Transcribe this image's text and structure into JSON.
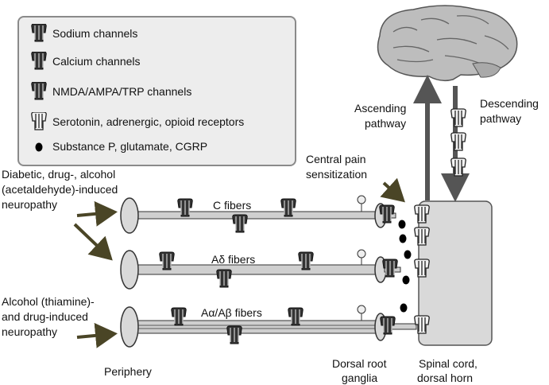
{
  "legend": {
    "items": [
      {
        "label": "Sodium channels",
        "icon": "sodium-channel-icon"
      },
      {
        "label": "Calcium channels",
        "icon": "calcium-channel-icon"
      },
      {
        "label": "NMDA/AMPA/TRP channels",
        "icon": "nmda-ampa-trp-channel-icon"
      },
      {
        "label": "Serotonin, adrenergic, opioid receptors",
        "icon": "receptor-icon"
      },
      {
        "label": "Substance P, glutamate, CGRP",
        "icon": "neurotransmitter-dot-icon"
      }
    ]
  },
  "labels": {
    "diabetic_1": "Diabetic, drug-, alcohol",
    "diabetic_2": "(acetaldehyde)-induced",
    "diabetic_3": "neuropathy",
    "alcohol_1": "Alcohol (thiamine)-",
    "alcohol_2": "and drug-induced",
    "alcohol_3": "neuropathy",
    "c_fibers": "C fibers",
    "a_delta_fibers": "Aδ fibers",
    "a_alpha_beta_fibers": "Aα/Aβ fibers",
    "central_1": "Central pain",
    "central_2": "sensitization",
    "ascending_1": "Ascending",
    "ascending_2": "pathway",
    "descending_1": "Descending",
    "descending_2": "pathway",
    "periphery": "Periphery",
    "drg_1": "Dorsal root",
    "drg_2": "ganglia",
    "spinal_1": "Spinal cord,",
    "spinal_2": "dorsal horn"
  },
  "colors": {
    "arrow_olive": "#4a4526",
    "channel_dark": "#333333",
    "fiber_gray": "#cfcfcf",
    "cord_fill": "#d9d9d9",
    "legend_bg": "#ededed"
  }
}
